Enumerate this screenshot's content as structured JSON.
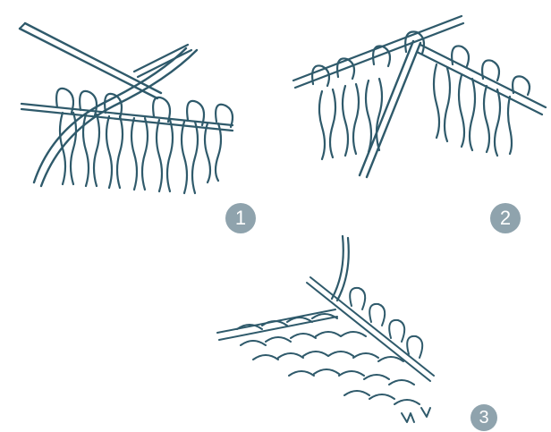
{
  "steps": [
    {
      "number": "1"
    },
    {
      "number": "2"
    },
    {
      "number": "3"
    }
  ],
  "colors": {
    "yarn_stroke": "#2f5a6b",
    "yarn_fill": "#ffffff",
    "badge_fill": "#8fa3ad",
    "background": "#ffffff"
  },
  "icons": {
    "step1": "knitting-needles-insert-right-to-left",
    "step2": "knitting-needles-wrap-yarn",
    "step3": "knitting-needles-complete-stitch"
  }
}
